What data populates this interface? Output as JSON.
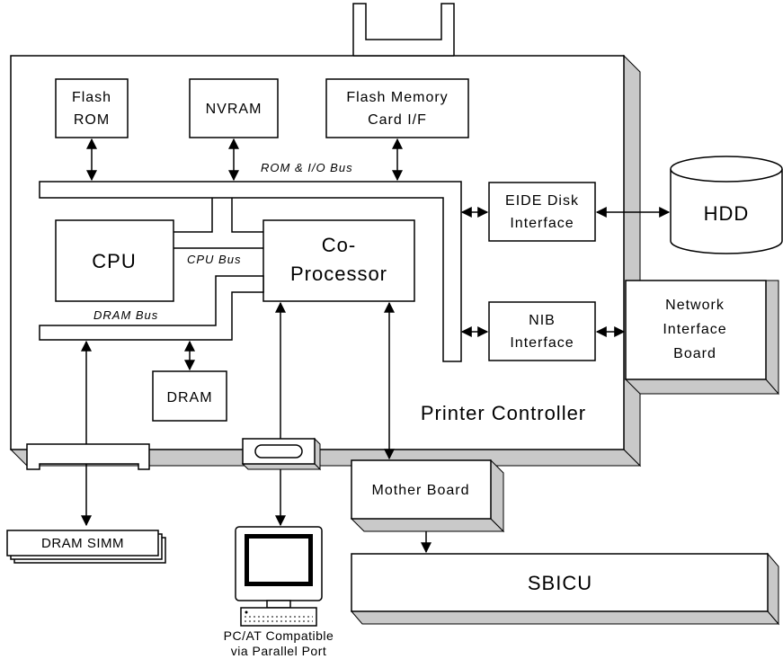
{
  "blocks": {
    "flash_rom": [
      "Flash",
      "ROM"
    ],
    "nvram": "NVRAM",
    "flash_card": [
      "Flash Memory",
      "Card I/F"
    ],
    "cpu": "CPU",
    "coprocessor": [
      "Co-",
      "Processor"
    ],
    "eide": [
      "EIDE Disk",
      "Interface"
    ],
    "nib": [
      "NIB",
      "Interface"
    ],
    "dram": "DRAM",
    "hdd": "HDD",
    "network_board": [
      "Network",
      "Interface",
      "Board"
    ],
    "mother_board": "Mother Board",
    "sbicu": "SBICU",
    "dram_simm": "DRAM SIMM",
    "printer_controller": "Printer Controller",
    "pc": [
      "PC/AT Compatible",
      "via Parallel Port"
    ]
  },
  "buses": {
    "rom_io": "ROM & I/O Bus",
    "cpu": "CPU Bus",
    "dram": "DRAM Bus"
  }
}
